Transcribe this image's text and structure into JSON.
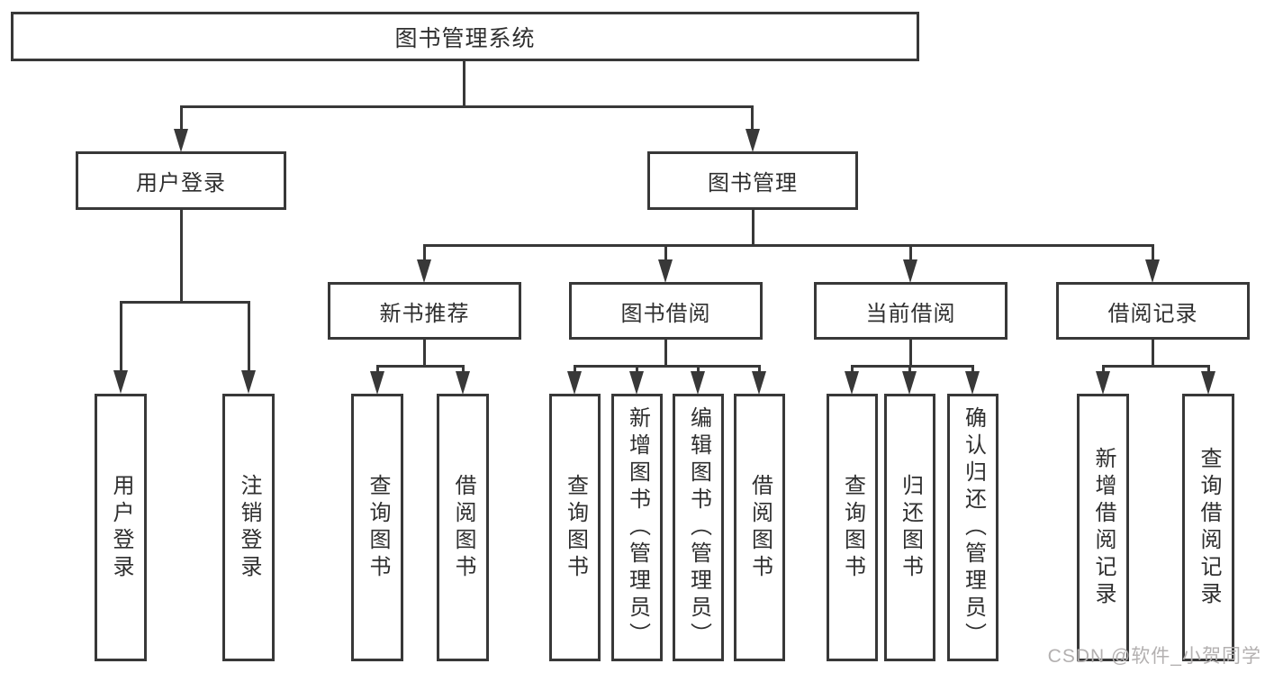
{
  "tree": {
    "root": "图书管理系统",
    "children": [
      {
        "label": "用户登录",
        "leaves": [
          "用户登录",
          "注销登录"
        ]
      },
      {
        "label": "图书管理",
        "children": [
          {
            "label": "新书推荐",
            "leaves": [
              "查询图书",
              "借阅图书"
            ]
          },
          {
            "label": "图书借阅",
            "leaves": [
              "查询图书",
              "新增图书（管理员）",
              "编辑图书（管理员）",
              "借阅图书"
            ]
          },
          {
            "label": "当前借阅",
            "leaves": [
              "查询图书",
              "归还图书",
              "确认归还（管理员）"
            ]
          },
          {
            "label": "借阅记录",
            "leaves": [
              "新增借阅记录",
              "查询借阅记录"
            ]
          }
        ]
      }
    ]
  },
  "watermark": "CSDN @软件_小贺同学",
  "colors": {
    "line": "#383838",
    "text": "#2f2f2f",
    "background": "#ffffff",
    "watermark_gray": "#b3b0b0"
  }
}
